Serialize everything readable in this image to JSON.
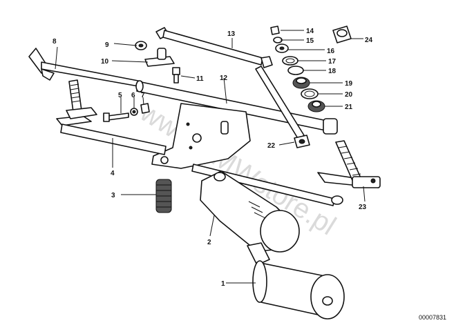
{
  "labels": {
    "p1": "1",
    "p2": "2",
    "p3": "3",
    "p4": "4",
    "p5": "5",
    "p6": "6",
    "p7": "7",
    "p8": "8",
    "p9": "9",
    "p10": "10",
    "p11": "11",
    "p12": "12",
    "p13": "13",
    "p14": "14",
    "p15": "15",
    "p16": "16",
    "p17": "17",
    "p18": "18",
    "p19": "19",
    "p20": "20",
    "p21": "21",
    "p22": "22",
    "p23": "23",
    "p24": "24"
  },
  "watermark": "www.BMWstore.pl",
  "reference_code": "00007831"
}
